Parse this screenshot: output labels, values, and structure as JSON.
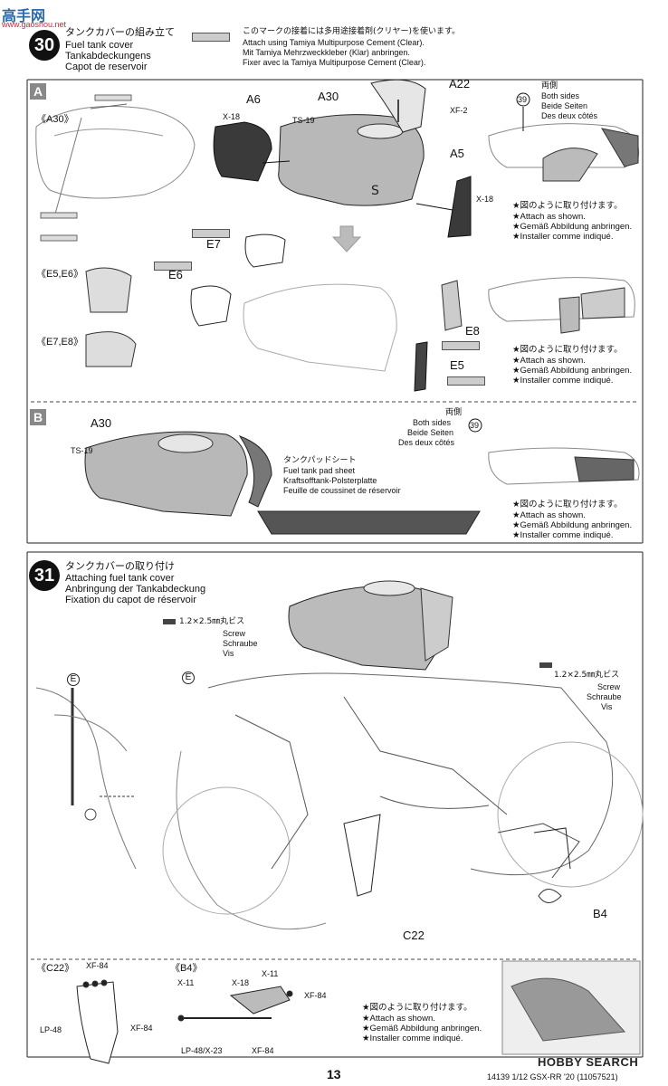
{
  "watermark_top": {
    "logo_text": "高手网",
    "url": "www.gaoshou.net"
  },
  "watermark_bottom": {
    "logo_text": "HOBBY SEARCH"
  },
  "step30": {
    "number": "30",
    "title_ja": "タンクカバーの組み立て",
    "title_en": "Fuel tank cover",
    "title_de": "Tankabdeckungens",
    "title_fr": "Capot de reservoir",
    "cement_note": [
      "このマークの接着には多用途接着剤(クリヤー)を使います。",
      "Attach using Tamiya Multipurpose Cement (Clear).",
      "Mit Tamiya Mehrzweckkleber (Klar) anbringen.",
      "Fixer avec la Tamiya Multipurpose Cement (Clear)."
    ],
    "section_a": {
      "letter": "A",
      "inset_label": "《A30》",
      "labels": {
        "a6": "A6",
        "x18_left": "X-18",
        "a30": "A30",
        "ts19": "TS-19",
        "a22": "A22",
        "xf2": "XF-2",
        "a5": "A5",
        "x18_right": "X-18",
        "e7": "E7",
        "e6": "E6",
        "e8": "E8",
        "e5": "E5"
      },
      "inset_e5e6": "《E5,E6》",
      "inset_e7e8": "《E7,E8》",
      "ref_number": "39",
      "both_sides": [
        "両側",
        "Both sides",
        "Beide Seiten",
        "Des deux côtés"
      ],
      "attach_note": [
        "★図のように取り付けます。",
        "★Attach as shown.",
        "★Gemäß Abbildung anbringen.",
        "★Installer comme indiqué."
      ]
    },
    "section_b": {
      "letter": "B",
      "labels": {
        "a30": "A30",
        "ts19": "TS-19"
      },
      "pad_sheet": [
        "タンクパッドシート",
        "Fuel tank pad sheet",
        "Kraftsofftank-Polsterplatte",
        "Feuille de coussinet de réservoir"
      ],
      "ref_number": "39",
      "both_sides": [
        "両側",
        "Both sides",
        "Beide Seiten",
        "Des deux côtés"
      ],
      "attach_note": [
        "★図のように取り付けます。",
        "★Attach as shown.",
        "★Gemäß Abbildung anbringen.",
        "★Installer comme indiqué."
      ]
    }
  },
  "step31": {
    "number": "31",
    "title_ja": "タンクカバーの取り付け",
    "title_en": "Attaching fuel tank cover",
    "title_de": "Anbringung der Tankabdeckung",
    "title_fr": "Fixation du capot de réservoir",
    "screw_left": [
      "1.2×2.5㎜丸ビス",
      "Screw",
      "Schraube",
      "Vis"
    ],
    "screw_right": [
      "1.2×2.5㎜丸ビス",
      "Screw",
      "Schraube",
      "Vis"
    ],
    "label_e_left": "E",
    "label_e_mid": "E",
    "label_b4": "B4",
    "label_c22": "C22",
    "inset_c22": {
      "title": "《C22》",
      "xf84_top": "XF-84",
      "lp48": "LP-48",
      "xf84_bottom": "XF-84"
    },
    "inset_b4": {
      "title": "《B4》",
      "x11_left": "X-11",
      "x18": "X-18",
      "x11_right": "X-11",
      "xf84_right": "XF-84",
      "lp48x23": "LP-48/X-23",
      "xf84_bottom": "XF-84"
    },
    "attach_note": [
      "★図のように取り付けます。",
      "★Attach as shown.",
      "★Gemäß Abbildung anbringen.",
      "★Installer comme indiqué."
    ]
  },
  "footer": {
    "page_number": "13",
    "product_code": "14139 1/12 GSX-RR '20 (11057521)"
  }
}
